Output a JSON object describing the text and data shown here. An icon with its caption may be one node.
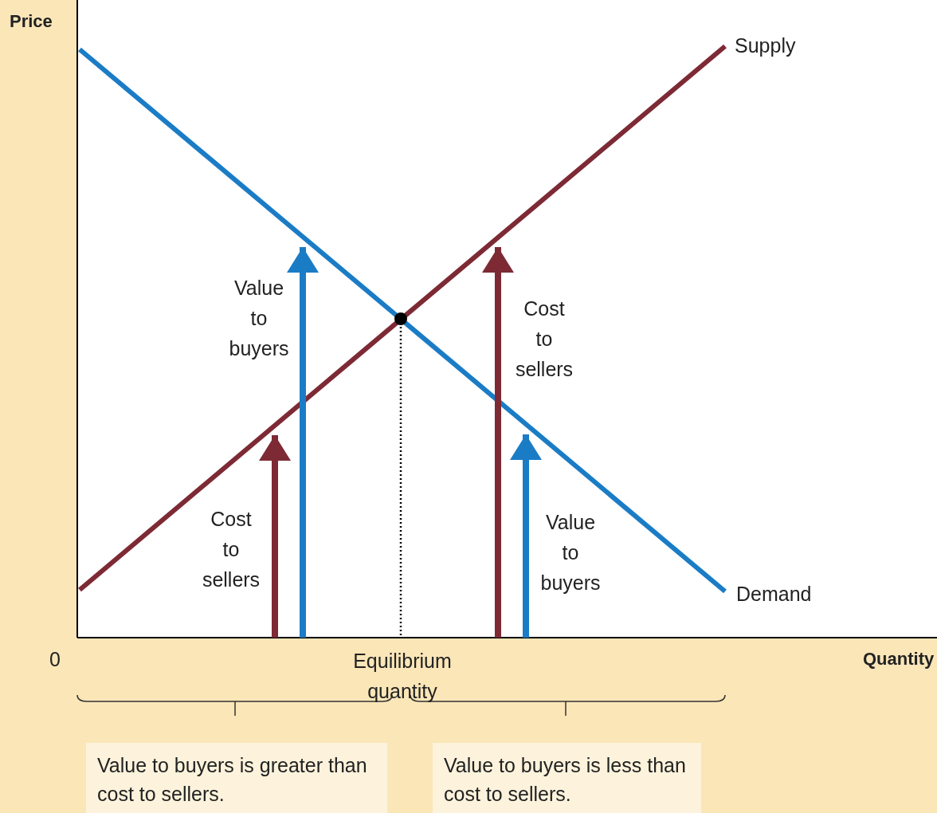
{
  "diagram": {
    "nodes": [
      {
        "text": [
          "Value to buyers is greater than cost to sellers."
        ]
      },
      {
        "text": [
          "Value to buyers is less than cost to sellers."
        ]
      }
    ],
    "labels": [
      "Price",
      "Supply",
      "Value to buyers",
      "Cost to sellers",
      "Cost to sellers",
      "Value to buyers",
      "Demand",
      "0",
      "Equilibrium quantity",
      "Quantity"
    ]
  }
}
